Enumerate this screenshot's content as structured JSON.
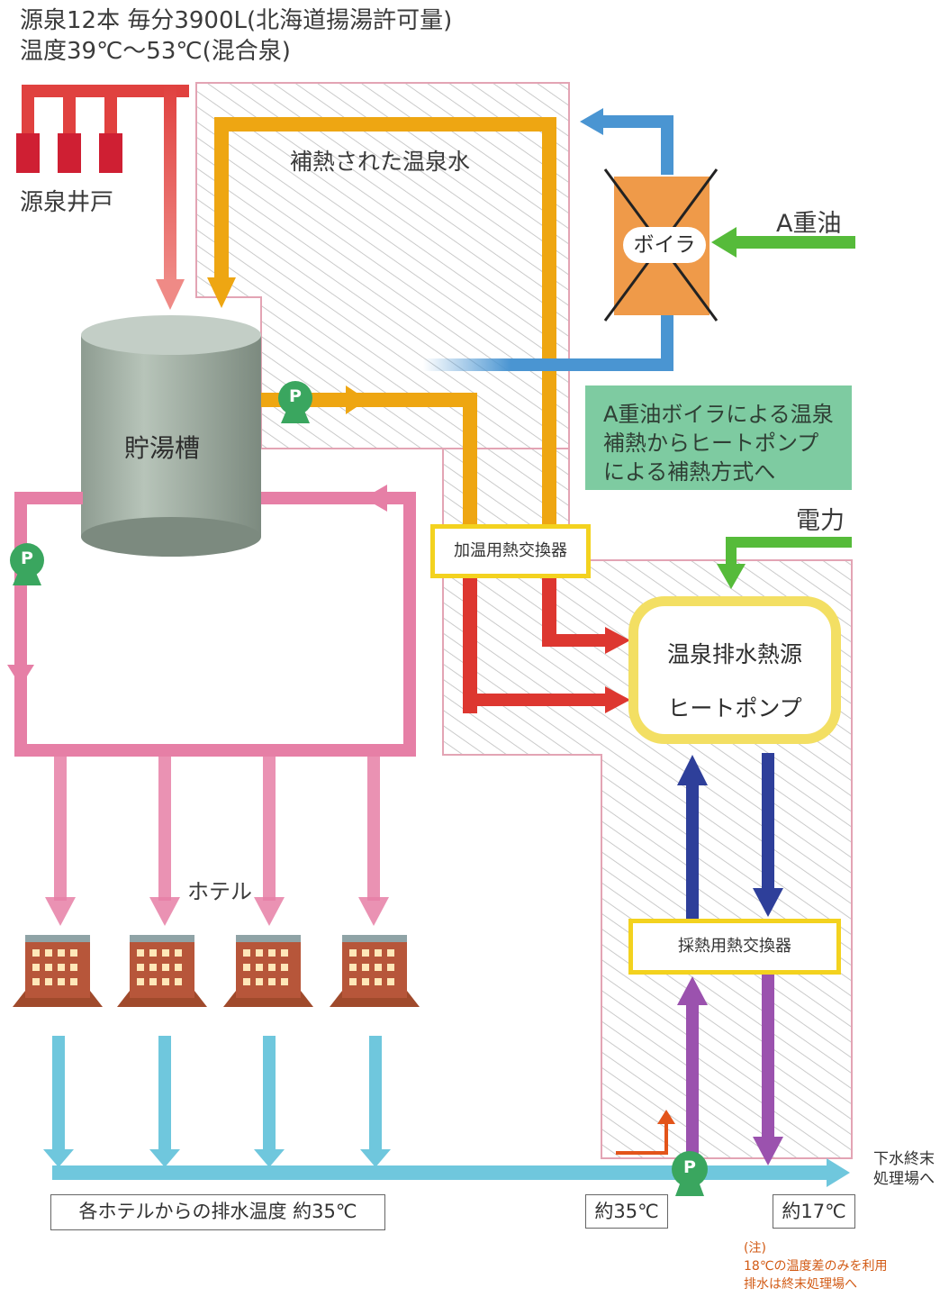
{
  "header": {
    "line1": "源泉12本 毎分3900L(北海道揚湯許可量)",
    "line2": "温度39℃〜53℃(混合泉)"
  },
  "labels": {
    "wells": "源泉井戸",
    "supplemented_water": "補熱された温泉水",
    "tank": "貯湯槽",
    "boiler": "ボイラ",
    "fuel": "A重油",
    "electricity": "電力",
    "hx_warm": "加温用熱交換器",
    "heat_pump_line1": "温泉排水熱源",
    "heat_pump_line2": "ヒートポンプ",
    "hx_collect": "採熱用熱交換器",
    "hotels": "ホテル",
    "pump": "P"
  },
  "note": {
    "line1": "A重油ボイラによる温泉",
    "line2": "補熱からヒートポンプ",
    "line3": "による補熱方式へ"
  },
  "temperatures": {
    "hotels_outflow": "各ホテルからの排水温度 約35℃",
    "before": "約35℃",
    "after": "約17℃"
  },
  "sewage": {
    "line1": "下水終末",
    "line2": "処理場へ"
  },
  "footnote": {
    "line1": "(注)",
    "line2": "18℃の温度差のみを利用",
    "line3": "排水は終末処理場へ"
  },
  "colors": {
    "source_red": "#e0413f",
    "hot_orange": "#eea612",
    "return_red": "#dd3730",
    "pink": "#e67fa6",
    "cold_blue": "#6fc7dd",
    "boiler_blue": "#4a95d2",
    "fuel_green": "#56bb3a",
    "hp_navy": "#2e3f9a",
    "purple": "#9b52ae",
    "pump_green": "#3aa65f",
    "box_yellow": "#f3d21f",
    "boiler_orange": "#ef9a49",
    "hatch_border": "#e3a4b4"
  }
}
